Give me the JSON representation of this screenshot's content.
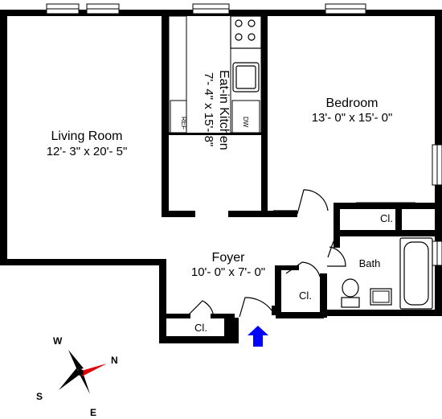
{
  "rooms": {
    "living": {
      "name": "Living Room",
      "dims": "12'- 3\" x 20'- 5\""
    },
    "kitchen": {
      "name": "Eat-in Kitchen",
      "dims": "7'- 4\" x 15'- 8\""
    },
    "bedroom": {
      "name": "Bedroom",
      "dims": "13'- 0\" x 15'- 0\""
    },
    "foyer": {
      "name": "Foyer",
      "dims": "10'- 0\" x 7'- 0\""
    },
    "bath": {
      "name": "Bath"
    },
    "closets": [
      "Cl.",
      "Cl.",
      "Cl."
    ]
  },
  "appliances": {
    "ref": "REF",
    "dw": "DW"
  },
  "compass": {
    "n": "N",
    "e": "E",
    "s": "S",
    "w": "W"
  },
  "colors": {
    "wall": "#000000",
    "entry_arrow": "#0000ff",
    "compass_north": "#e00000"
  },
  "icons": [
    "entry-arrow-icon",
    "compass-rose-icon",
    "stove-icon",
    "sink-icon",
    "toilet-icon",
    "bathtub-icon"
  ]
}
